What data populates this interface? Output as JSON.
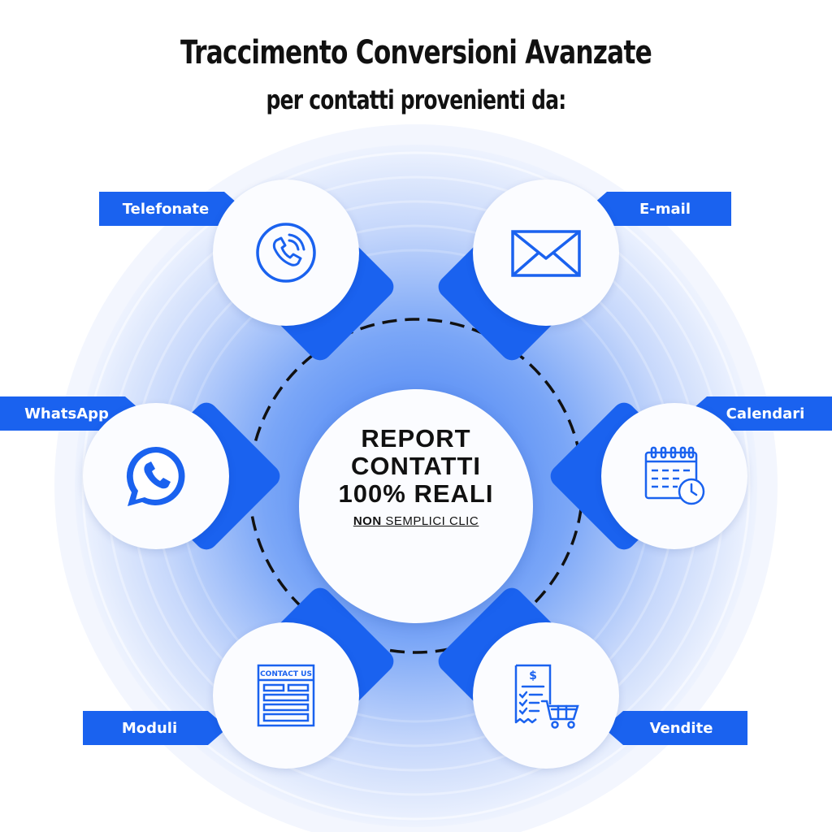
{
  "header": {
    "title": "Traccimento Conversioni Avanzate",
    "subtitle": "per contatti provenienti da:"
  },
  "center": {
    "line1": "REPORT",
    "line2": "CONTATTI",
    "line3": "100% REALI",
    "sub_bold": "NON",
    "sub_rest": " SEMPLICI CLIC"
  },
  "channels": [
    {
      "label": "Telefonate",
      "icon": "phone-icon"
    },
    {
      "label": "E-mail",
      "icon": "envelope-icon"
    },
    {
      "label": "WhatsApp",
      "icon": "whatsapp-icon"
    },
    {
      "label": "Calendari",
      "icon": "calendar-icon"
    },
    {
      "label": "Moduli",
      "icon": "contact-form-icon"
    },
    {
      "label": "Vendite",
      "icon": "sales-cart-icon"
    }
  ],
  "icons": {
    "form_text": "CONTACT US",
    "sales_text": "$"
  },
  "colors": {
    "accent": "#1a62ef",
    "ring_light": "#dbe6fd",
    "text": "#111111"
  }
}
